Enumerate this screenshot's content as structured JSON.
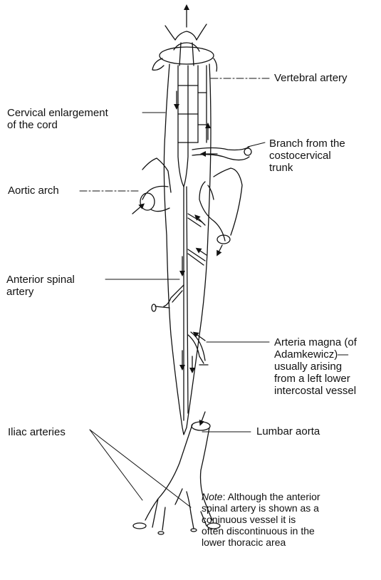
{
  "labels": {
    "vertebral_artery": "Vertebral artery",
    "cervical_enlargement": [
      "Cervical enlargement",
      "of the cord"
    ],
    "branch_costocervical": [
      "Branch from the",
      "costocervical",
      "trunk"
    ],
    "aortic_arch": "Aortic arch",
    "anterior_spinal_artery": [
      "Anterior spinal",
      "artery"
    ],
    "arteria_magna": [
      "Arteria magna (of",
      "Adamkewicz)—",
      "usually arising",
      "from a left lower",
      "intercostal vessel"
    ],
    "iliac_arteries": "Iliac arteries",
    "lumbar_aorta": "Lumbar aorta"
  },
  "note": {
    "prefix": "Note",
    "lines": [
      ": Although the anterior",
      "spinal artery is shown as a",
      "coninuous vessel it is",
      "often discontinuous in the",
      "lower thoracic area"
    ]
  }
}
